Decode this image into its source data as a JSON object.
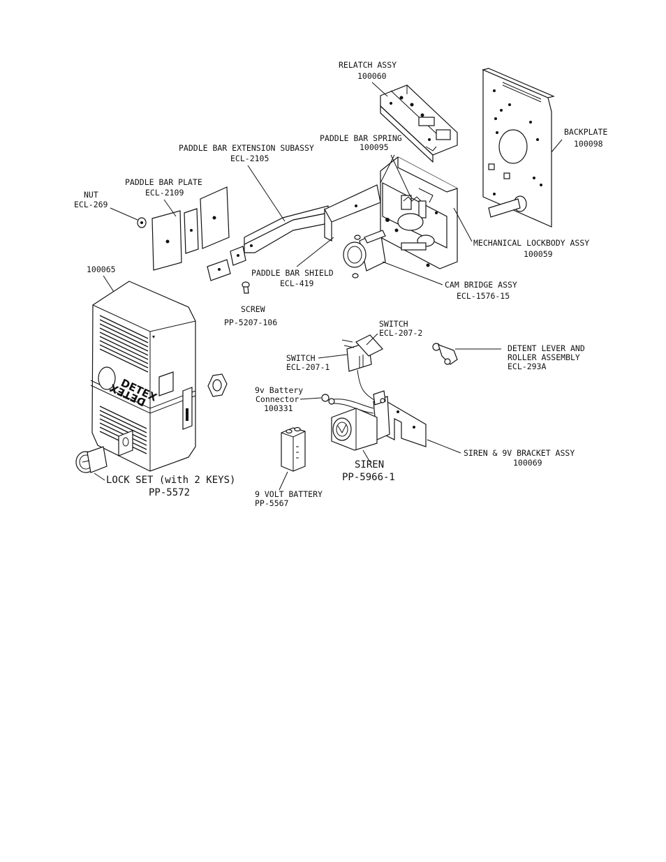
{
  "labels": {
    "relatch": [
      "RELATCH ASSY",
      "100060"
    ],
    "backplate": [
      "BACKPLATE",
      "100098"
    ],
    "paddle_bar_spring": [
      "PADDLE BAR SPRING",
      "100095"
    ],
    "paddle_bar_extension": [
      "PADDLE BAR EXTENSION SUBASSY",
      "ECL-2105"
    ],
    "paddle_bar_plate": [
      "PADDLE BAR PLATE",
      "ECL-2109"
    ],
    "nut": [
      "NUT",
      "ECL-269"
    ],
    "mechanical_lockbody": [
      "MECHANICAL LOCKBODY ASSY",
      "100059"
    ],
    "paddle_bar_shield": [
      "PADDLE BAR SHIELD",
      "ECL-419"
    ],
    "cam_bridge": [
      "CAM BRIDGE ASSY",
      "ECL-1576-15"
    ],
    "screw": [
      "SCREW",
      "PP-5207-106"
    ],
    "cover": "100065",
    "switch_2": [
      "SWITCH",
      "ECL-207-2"
    ],
    "switch_1": [
      "SWITCH",
      "ECL-207-1"
    ],
    "detent": [
      "DETENT LEVER AND",
      "ROLLER ASSEMBLY",
      "ECL-293A"
    ],
    "battery_connector": [
      "9v Battery",
      "Connector",
      "100331"
    ],
    "siren_bracket": [
      "SIREN & 9V BRACKET ASSY",
      "100069"
    ],
    "siren": [
      "SIREN",
      "PP-5966-1"
    ],
    "lock_set": [
      "LOCK SET (with 2 KEYS)",
      "PP-5572"
    ],
    "battery": [
      "9 VOLT BATTERY",
      "PP-5567"
    ]
  },
  "logo": "DETEX"
}
